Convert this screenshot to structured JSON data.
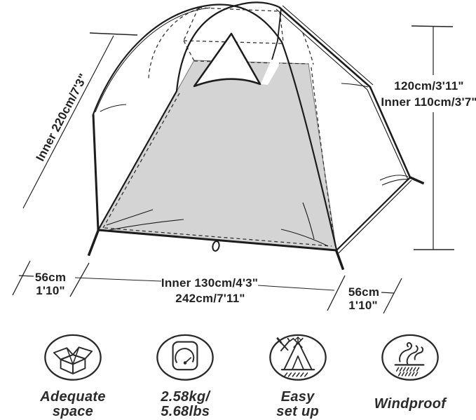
{
  "dimensions": {
    "diagonal_left": "Inner 220cm/7'3\"",
    "height_outer": "120cm/3'11\"",
    "height_inner": "Inner 110cm/3'7\"",
    "left_vestibule": {
      "cm": "56cm",
      "ft": "1'10\""
    },
    "inner_width": "Inner 130cm/4'3\"",
    "total_width": "242cm/7'11\"",
    "right_vestibule": {
      "cm": "56cm",
      "ft": "1'10\""
    }
  },
  "features": [
    {
      "icon": "open-box-icon",
      "lines": [
        "Adequate",
        "space"
      ]
    },
    {
      "icon": "scale-icon",
      "lines": [
        "2.58kg/",
        "5.68lbs"
      ]
    },
    {
      "icon": "tent-setup-icon",
      "lines": [
        "Easy",
        "set up"
      ]
    },
    {
      "icon": "windproof-icon",
      "lines": [
        "Windproof"
      ]
    }
  ],
  "colors": {
    "line": "#1c1c1c",
    "floor": "#d4d4d4",
    "dimension_text": "#222222",
    "label_text": "#2b2b2b",
    "background": "#ffffff"
  }
}
